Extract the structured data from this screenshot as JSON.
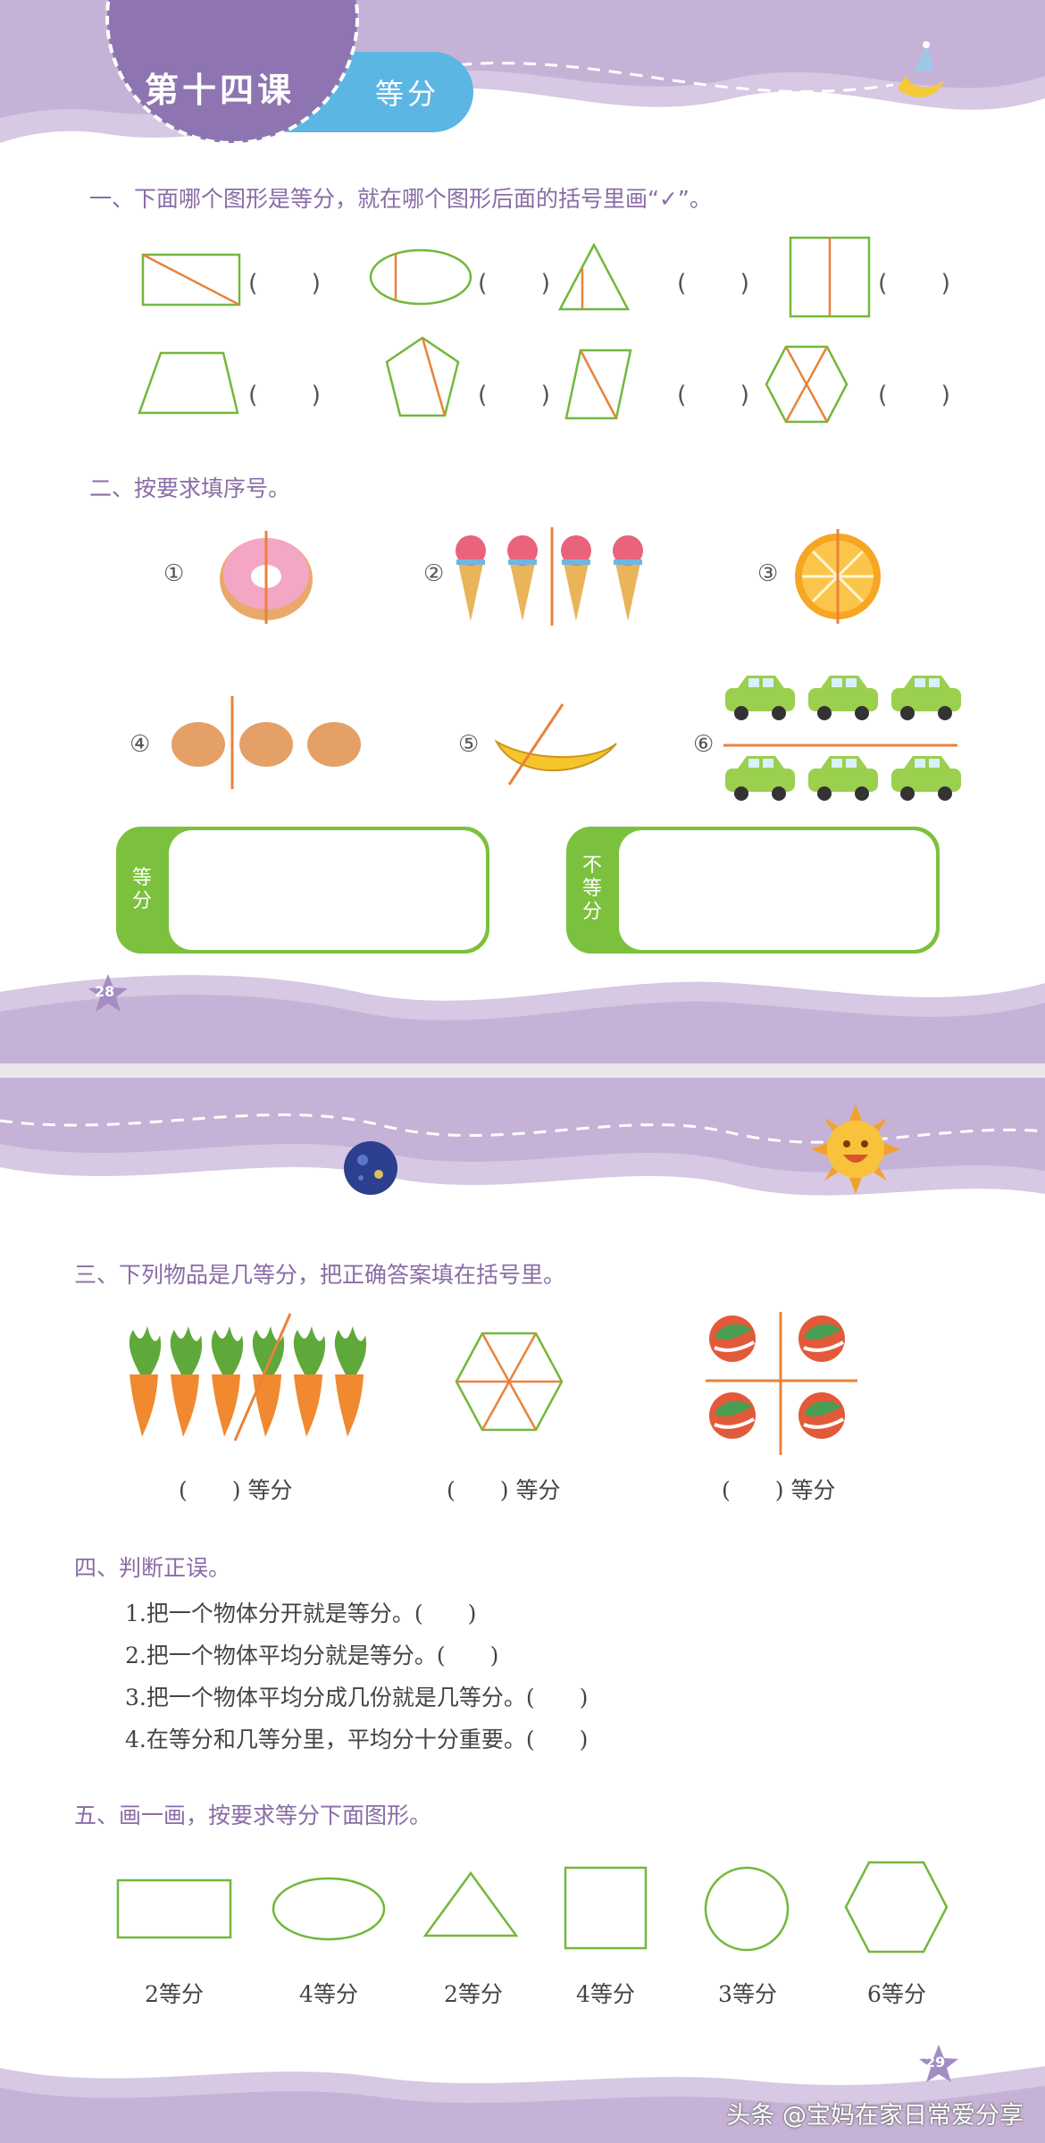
{
  "header": {
    "lesson": "第十四课",
    "topic": "等分"
  },
  "section1": {
    "title": "一、下面哪个图形是等分，就在哪个图形后面的括号里画“✓”。",
    "paren": "(　　)"
  },
  "section2": {
    "title": "二、按要求填序号。",
    "items": [
      "①",
      "②",
      "③",
      "④",
      "⑤",
      "⑥"
    ],
    "box_equal": "等分",
    "box_unequal": "不等分"
  },
  "page_numbers": {
    "p1": "28",
    "p2": "29"
  },
  "section3": {
    "title": "三、下列物品是几等分，把正确答案填在括号里。",
    "answer": "(　　) 等分"
  },
  "section4": {
    "title": "四、判断正误。",
    "statements": [
      "1.把一个物体分开就是等分。(　　)",
      "2.把一个物体平均分就是等分。(　　)",
      "3.把一个物体平均分成几份就是几等分。(　　)",
      "4.在等分和几等分里，平均分十分重要。(　　)"
    ]
  },
  "section5": {
    "title": "五、画一画，按要求等分下面图形。",
    "captions": [
      "2等分",
      "4等分",
      "2等分",
      "4等分",
      "3等分",
      "6等分"
    ]
  },
  "watermark": "头条 @宝妈在家日常爱分享",
  "colors": {
    "purple": "#c6b2d6",
    "green": "#72b83a",
    "divider": "#e8833a",
    "title": "#8a6ca6"
  }
}
